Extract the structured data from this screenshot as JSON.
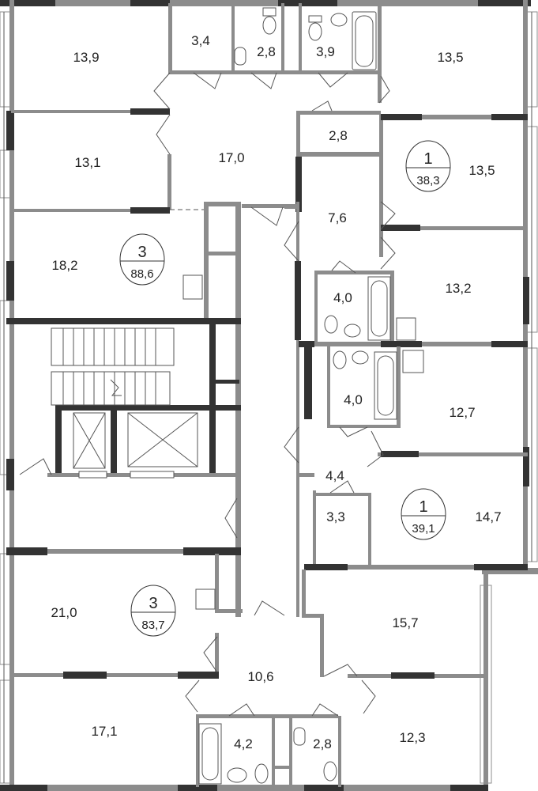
{
  "plan": {
    "rooms": {
      "r1": "13,9",
      "r2": "3,4",
      "r3": "2,8",
      "r4": "3,9",
      "r5": "13,5",
      "r6": "13,1",
      "r7": "17,0",
      "r8": "2,8",
      "r9": "13,5",
      "r10": "7,6",
      "r11": "18,2",
      "r12": "4,0",
      "r13": "13,2",
      "r14": "4,0",
      "r15": "12,7",
      "r16": "4,4",
      "r17": "3,3",
      "r18": "14,7",
      "r19": "21,0",
      "r20": "15,7",
      "r21": "10,6",
      "r22": "17,1",
      "r23": "4,2",
      "r24": "2,8",
      "r25": "12,3"
    },
    "apartments": [
      {
        "rooms": "3",
        "area": "88,6"
      },
      {
        "rooms": "1",
        "area": "38,3"
      },
      {
        "rooms": "1",
        "area": "39,1"
      },
      {
        "rooms": "3",
        "area": "83,7"
      }
    ],
    "colors": {
      "wall": "#8c8c8c",
      "bearing_wall": "#333333"
    }
  }
}
